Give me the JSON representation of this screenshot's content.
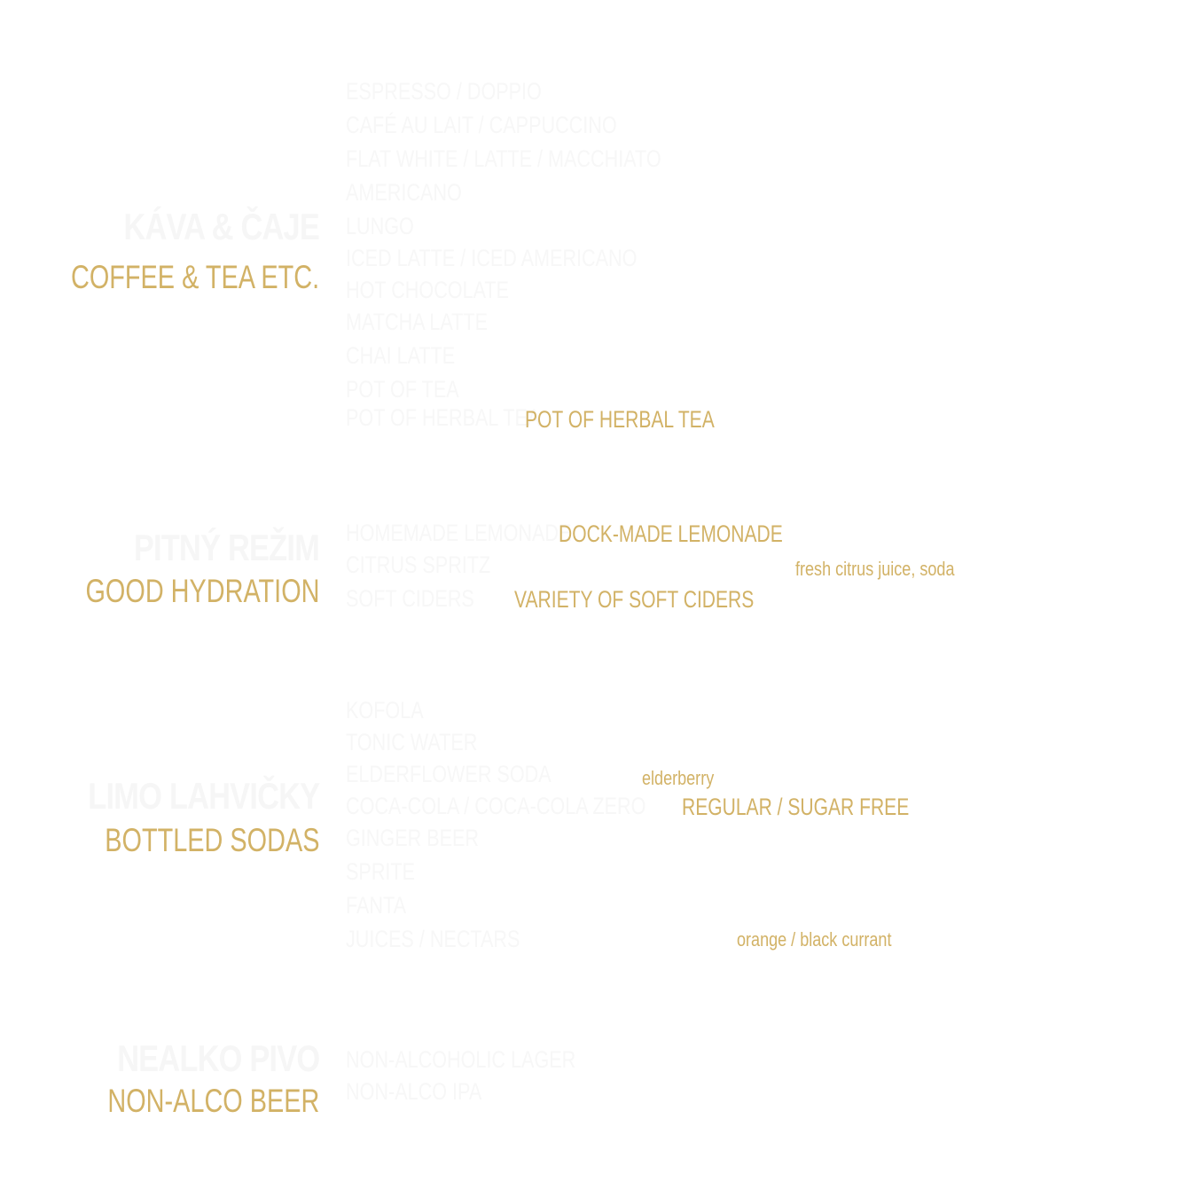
{
  "sections": [
    {
      "cz_title": "KÁVA & ČAJE",
      "en_title": "COFFEE & TEA ETC.",
      "items": [
        "ESPRESSO / DOPPIO",
        "CAFÉ AU LAIT / CAPPUCCINO",
        "FLAT WHITE / LATTE / MACCHIATO",
        "AMERICANO",
        "LUNGO",
        "ICED LATTE / ICED AMERICANO",
        "HOT CHOCOLATE",
        "MATCHA LATTE",
        "CHAI LATTE",
        "POT OF TEA",
        "POT OF HERBAL TEA"
      ],
      "highlights": [
        "POT OF HERBAL TEA"
      ]
    },
    {
      "cz_title": "PITNÝ REŽIM",
      "en_title": "GOOD HYDRATION",
      "items": [
        "HOMEMADE LEMONADE",
        "CITRUS SPRITZ",
        "SOFT CIDERS"
      ],
      "highlights": [
        "DOCK-MADE LEMONADE",
        "fresh citrus juice, soda",
        "VARIETY OF SOFT CIDERS"
      ]
    },
    {
      "cz_title": "LIMO LAHVIČKY",
      "en_title": "BOTTLED SODAS",
      "items": [
        "KOFOLA",
        "TONIC WATER",
        "ELDERFLOWER SODA",
        "COCA-COLA / COCA-COLA ZERO",
        "GINGER BEER",
        "SPRITE",
        "FANTA",
        "JUICES / NECTARS"
      ],
      "highlights": [
        "elderberry",
        "REGULAR / SUGAR FREE",
        "orange / black currant"
      ]
    },
    {
      "cz_title": "NEALKO PIVO",
      "en_title": "NON-ALCO BEER",
      "items": [
        "NON-ALCOHOLIC LAGER",
        "NON-ALCO IPA"
      ],
      "highlights": []
    }
  ]
}
